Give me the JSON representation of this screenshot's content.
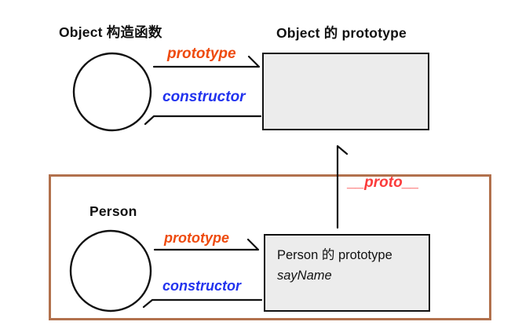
{
  "colors": {
    "prototype_label": "#ee4a0e",
    "constructor_label": "#2233ee",
    "proto_label": "#fb3b3b",
    "box_fill": "#ececec",
    "box_border": "#111111",
    "container_border": "#b2714d",
    "line": "#111111",
    "text": "#111111"
  },
  "top_section": {
    "constructor_title": "Object 构造函数",
    "prototype_title": "Object 的 prototype",
    "prototype_arrow_label": "prototype",
    "constructor_arrow_label": "constructor"
  },
  "bottom_section": {
    "constructor_title": "Person",
    "prototype_arrow_label": "prototype",
    "constructor_arrow_label": "constructor",
    "prototype_box_title": "Person 的 prototype",
    "prototype_box_member": "sayName"
  },
  "proto_link": {
    "label": "__proto__"
  }
}
